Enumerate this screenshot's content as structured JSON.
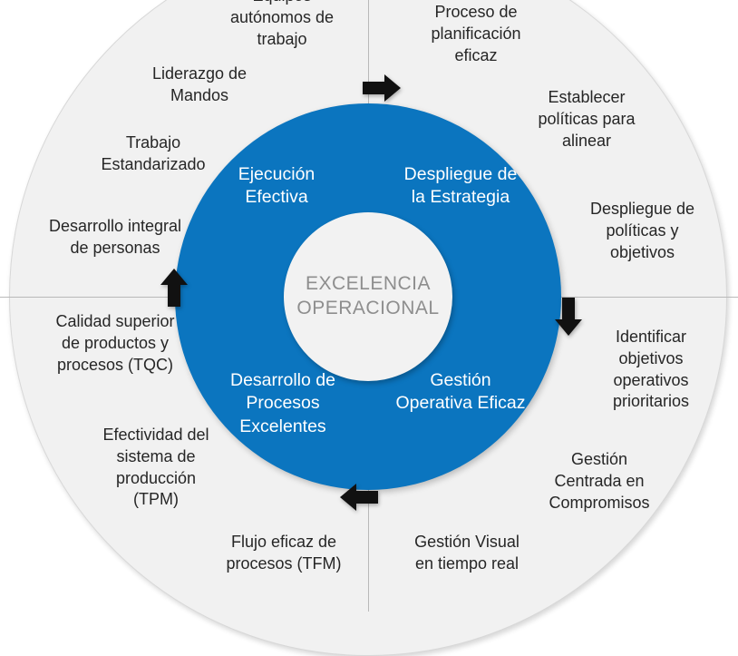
{
  "diagram": {
    "title": "Excelencia Operacional",
    "colors": {
      "blue": "#0b75bf",
      "outer_ring_gray": "#f1f1f1",
      "center_gray": "#f2f2f2",
      "center_text_gray": "#8e8e8e",
      "outer_text": "#262626",
      "blue_text": "#ffffff",
      "arrow": "#111111"
    },
    "center": {
      "label": "EXCELENCIA\nOPERACIONAL"
    },
    "inner_quadrants": [
      {
        "id": "ejecucion-efectiva",
        "label": "Ejecución\nEfectiva",
        "position": "top-left"
      },
      {
        "id": "despliegue-estrategia",
        "label": "Despliegue de\nla Estrategia",
        "position": "top-right"
      },
      {
        "id": "desarrollo-procesos",
        "label": "Desarrollo de\nProcesos\nExcelentes",
        "position": "bottom-left"
      },
      {
        "id": "gestion-operativa-eficaz",
        "label": "Gestión\nOperativa Eficaz",
        "position": "bottom-right"
      }
    ],
    "outer_items_left": [
      {
        "id": "equipos-autonomos",
        "label": "Equipos\nautónomos de\ntrabajo"
      },
      {
        "id": "liderazgo-mandos",
        "label": "Liderazgo de\nMandos"
      },
      {
        "id": "trabajo-estandarizado",
        "label": "Trabajo\nEstandarizado"
      },
      {
        "id": "desarrollo-personas",
        "label": "Desarrollo integral\nde personas"
      },
      {
        "id": "calidad-superior",
        "label": "Calidad superior\nde productos y\nprocesos (TQC)"
      },
      {
        "id": "efectividad-tpm",
        "label": "Efectividad del\nsistema de\nproducción\n(TPM)"
      },
      {
        "id": "flujo-eficaz-tfm",
        "label": "Flujo eficaz de\nprocesos (TFM)"
      }
    ],
    "outer_items_right": [
      {
        "id": "proceso-planificacion",
        "label": "Proceso de\nplanificación\neficaz"
      },
      {
        "id": "establecer-politicas",
        "label": "Establecer\npolíticas para\nalinear"
      },
      {
        "id": "despliegue-politicas",
        "label": "Despliegue de\npolíticas y\nobjetivos"
      },
      {
        "id": "identificar-objetivos",
        "label": "Identificar\nobjetivos\noperativos\nprioritarios"
      },
      {
        "id": "gestion-compromisos",
        "label": "Gestión\nCentrada en\nCompromisos"
      },
      {
        "id": "gestion-visual",
        "label": "Gestión Visual\nen tiempo real"
      }
    ],
    "arrows": [
      {
        "id": "arrow-top",
        "direction": "right",
        "name": "arrow-right-icon"
      },
      {
        "id": "arrow-right",
        "direction": "down",
        "name": "arrow-down-icon"
      },
      {
        "id": "arrow-bottom",
        "direction": "left",
        "name": "arrow-left-icon"
      },
      {
        "id": "arrow-left",
        "direction": "up",
        "name": "arrow-up-icon"
      }
    ]
  }
}
